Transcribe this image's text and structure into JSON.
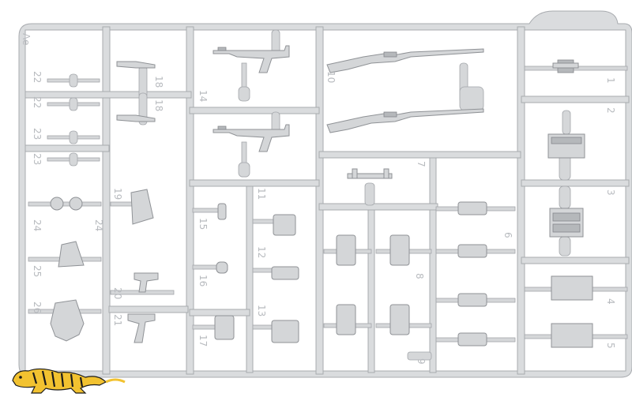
{
  "sprue": {
    "frame_label": "Ae",
    "part_numbers": [
      "1",
      "2",
      "3",
      "4",
      "5",
      "6",
      "7",
      "8",
      "9",
      "10",
      "11",
      "12",
      "13",
      "14",
      "15",
      "16",
      "17",
      "18",
      "19",
      "20",
      "21",
      "22",
      "23",
      "24",
      "25",
      "26"
    ],
    "colors": {
      "plastic": "#d9dbdd",
      "outline": "#a9acb0",
      "shadow": "#c3c6c9",
      "background": "#ffffff"
    }
  },
  "logo": {
    "icon": "tiger-icon",
    "colors": {
      "body": "#f2c230",
      "stripes": "#1b1b1b"
    }
  }
}
